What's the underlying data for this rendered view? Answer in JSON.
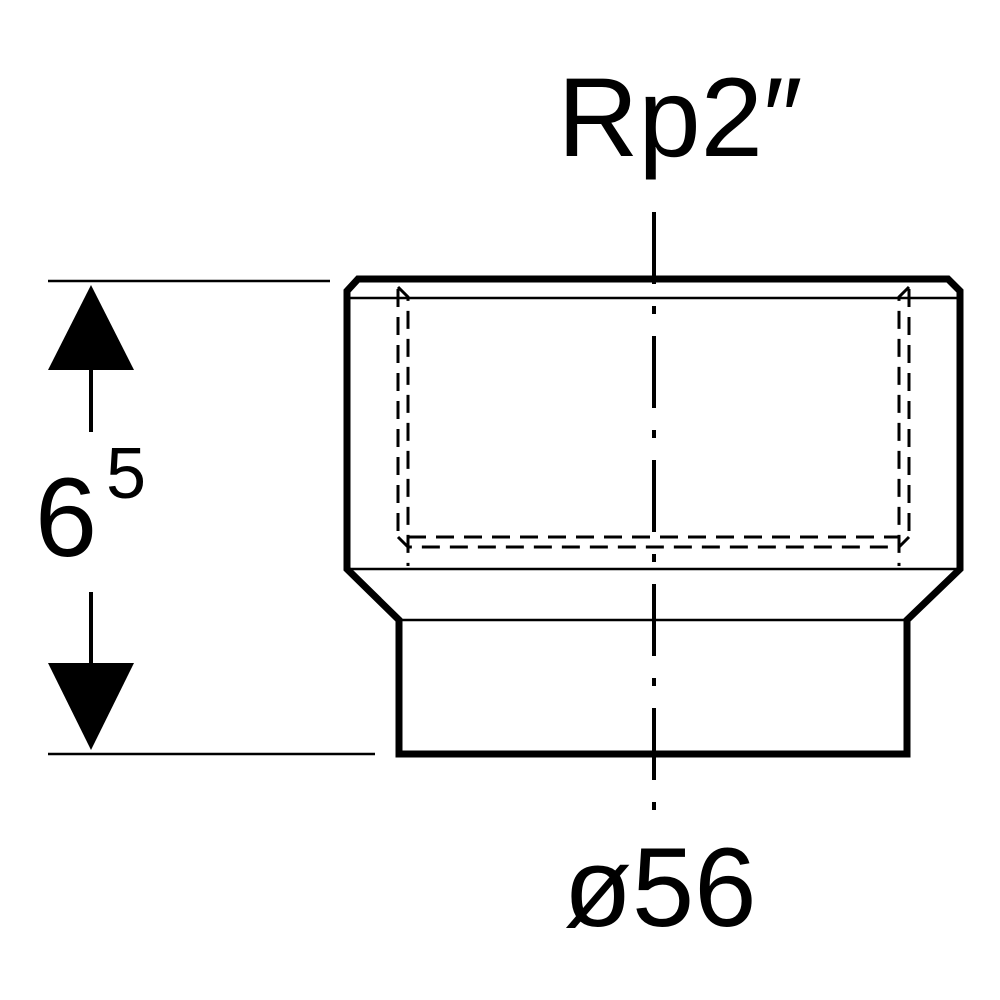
{
  "drawing": {
    "thread_label": "Rp2″",
    "diameter_label": "ø56",
    "height_dimension": {
      "main": "6",
      "superscript": "5"
    }
  },
  "colors": {
    "line": "#000000",
    "background": "#ffffff"
  }
}
